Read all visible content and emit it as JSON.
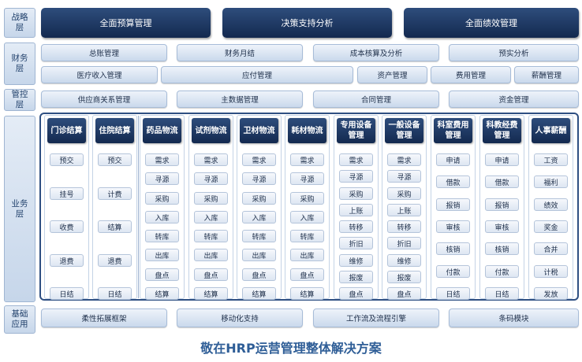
{
  "layers": {
    "strategy": "战略层",
    "finance": "财务层",
    "control": "管控层",
    "business": "业务层",
    "foundation": "基础应用"
  },
  "strategy_items": [
    "全面预算管理",
    "决策支持分析",
    "全面绩效管理"
  ],
  "finance_row1": [
    "总账管理",
    "财务月结",
    "成本核算及分析",
    "预实分析"
  ],
  "finance_row2": [
    "医疗收入管理",
    "应付管理",
    "资产管理",
    "费用管理",
    "薪酬管理"
  ],
  "control_items": [
    "供应商关系管理",
    "主数据管理",
    "合同管理",
    "资金管理"
  ],
  "business_columns": [
    {
      "title": "门诊结算",
      "items": [
        "预交",
        "挂号",
        "收费",
        "退费",
        "日结"
      ]
    },
    {
      "title": "住院结算",
      "items": [
        "预交",
        "计费",
        "结算",
        "退费",
        "日结"
      ]
    },
    {
      "title": "药品物流",
      "items": [
        "需求",
        "寻源",
        "采购",
        "入库",
        "转库",
        "出库",
        "盘点",
        "结算"
      ]
    },
    {
      "title": "试剂物流",
      "items": [
        "需求",
        "寻源",
        "采购",
        "入库",
        "转库",
        "出库",
        "盘点",
        "结算"
      ]
    },
    {
      "title": "卫材物流",
      "items": [
        "需求",
        "寻源",
        "采购",
        "入库",
        "转库",
        "出库",
        "盘点",
        "结算"
      ]
    },
    {
      "title": "耗材物流",
      "items": [
        "需求",
        "寻源",
        "采购",
        "入库",
        "转库",
        "出库",
        "盘点",
        "结算"
      ]
    },
    {
      "title": "专用设备管理",
      "items": [
        "需求",
        "寻源",
        "采购",
        "上账",
        "转移",
        "折旧",
        "维修",
        "报废",
        "盘点"
      ]
    },
    {
      "title": "一般设备管理",
      "items": [
        "需求",
        "寻源",
        "采购",
        "上账",
        "转移",
        "折旧",
        "维修",
        "报废",
        "盘点"
      ]
    },
    {
      "title": "科室费用管理",
      "items": [
        "申请",
        "借款",
        "报销",
        "审核",
        "核销",
        "付款",
        "日结"
      ]
    },
    {
      "title": "科教经费管理",
      "items": [
        "申请",
        "借款",
        "报销",
        "审核",
        "核销",
        "付款",
        "日结"
      ]
    },
    {
      "title": "人事薪酬",
      "items": [
        "工资",
        "福利",
        "绩效",
        "奖金",
        "合并",
        "计税",
        "发放"
      ]
    }
  ],
  "foundation_items": [
    "柔性拓展框架",
    "移动化支持",
    "工作流及流程引擎",
    "条码模块"
  ],
  "caption": "敬在HRP运营管理整体解决方案"
}
